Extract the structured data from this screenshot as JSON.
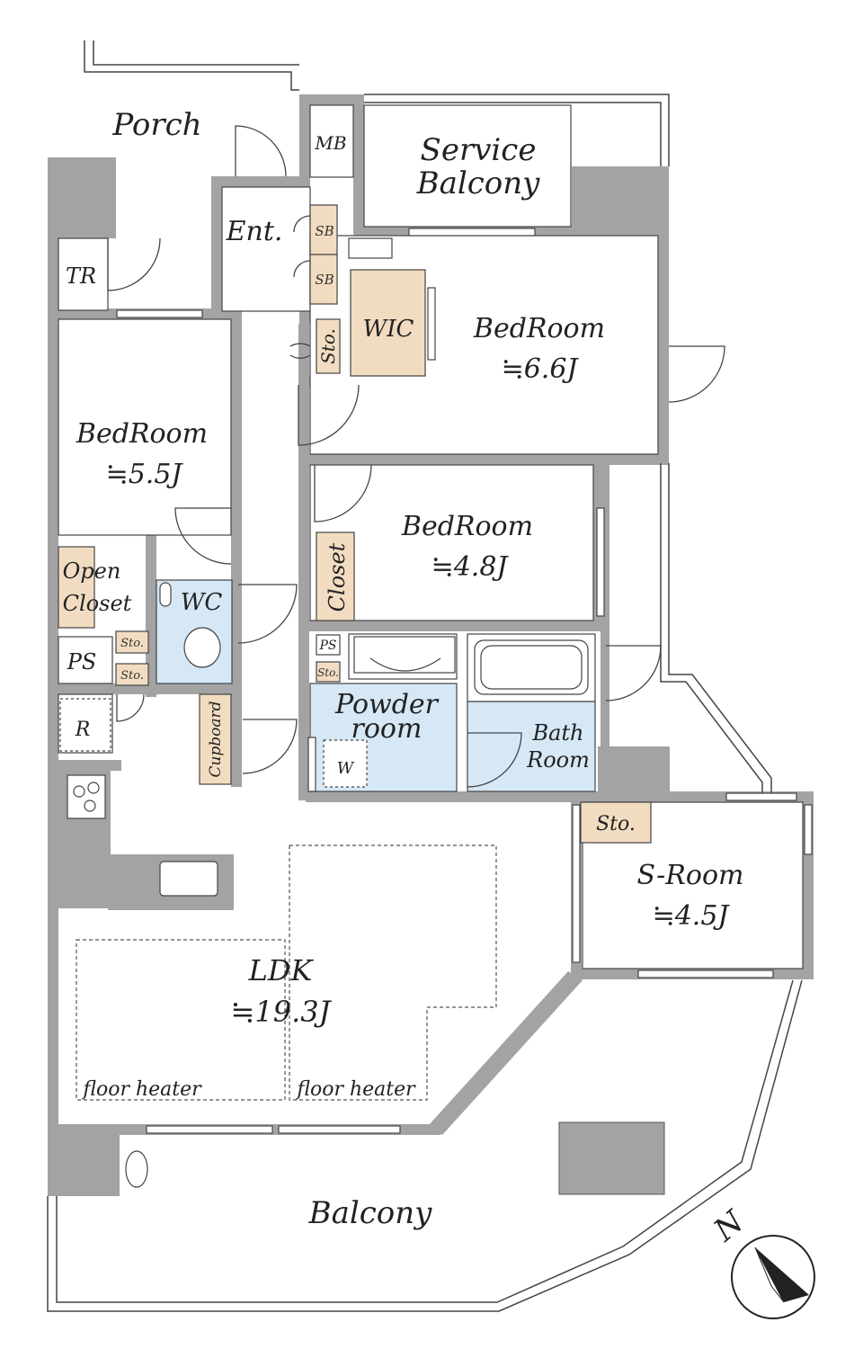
{
  "rooms": {
    "porch": "Porch",
    "mb": "MB",
    "service_balcony_1": "Service",
    "service_balcony_2": "Balcony",
    "ent": "Ent.",
    "sb1": "SB",
    "sb2": "SB",
    "tr": "TR",
    "wic": "WIC",
    "sto_vertical": "Sto.",
    "bedroom_ne": "BedRoom",
    "bedroom_ne_size": "≒6.6J",
    "bedroom_w": "BedRoom",
    "bedroom_w_size": "≒5.5J",
    "bedroom_c": "BedRoom",
    "bedroom_c_size": "≒4.8J",
    "closet": "Closet",
    "open_closet_1": "Open",
    "open_closet_2": "Closet",
    "wc": "WC",
    "ps1": "PS",
    "ps2": "PS",
    "sto_a": "Sto.",
    "sto_b": "Sto.",
    "sto_c": "Sto.",
    "r": "R",
    "cupboard": "Cupboard",
    "powder_1": "Powder",
    "powder_2": "room",
    "w": "W",
    "bath_1": "Bath",
    "bath_2": "Room",
    "sto_s": "Sto.",
    "sroom": "S-Room",
    "sroom_size": "≒4.5J",
    "ldk": "LDK",
    "ldk_size": "≒19.3J",
    "floor_heater_1": "floor heater",
    "floor_heater_2": "floor heater",
    "balcony": "Balcony"
  },
  "compass": {
    "north": "N"
  },
  "colors": {
    "wall": "#8a8a8a",
    "wall_dark": "#a6a6a6",
    "storage": "#f2dcc1",
    "wet_area": "#d6e8f5",
    "line": "#444444"
  }
}
